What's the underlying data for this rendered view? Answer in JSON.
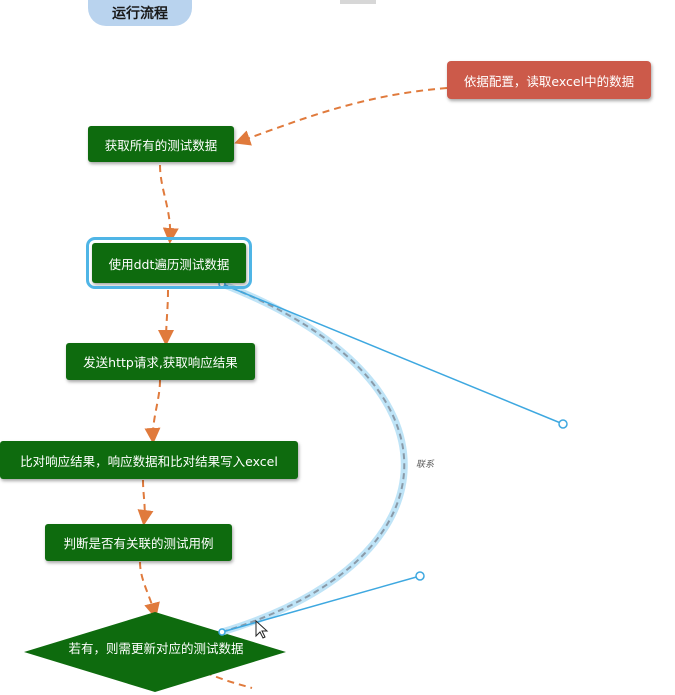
{
  "title": "运行流程",
  "colors": {
    "node_green": "#0e6b0e",
    "note_red": "#cc5a4a",
    "arrow_orange": "#e07a3c",
    "selection_blue": "#4fb5e6"
  },
  "nodes": {
    "get_all_data": "获取所有的测试数据",
    "ddt_iterate": "使用ddt遍历测试数据",
    "send_request": "发送http请求,获取响应结果",
    "compare_write": "比对响应结果，响应数据和比对结果写入excel",
    "judge_related": "判断是否有关联的测试用例",
    "update_data": "若有，则需更新对应的测试数据"
  },
  "note": {
    "read_excel": "依据配置，读取excel中的数据"
  },
  "connector_label": "联系"
}
